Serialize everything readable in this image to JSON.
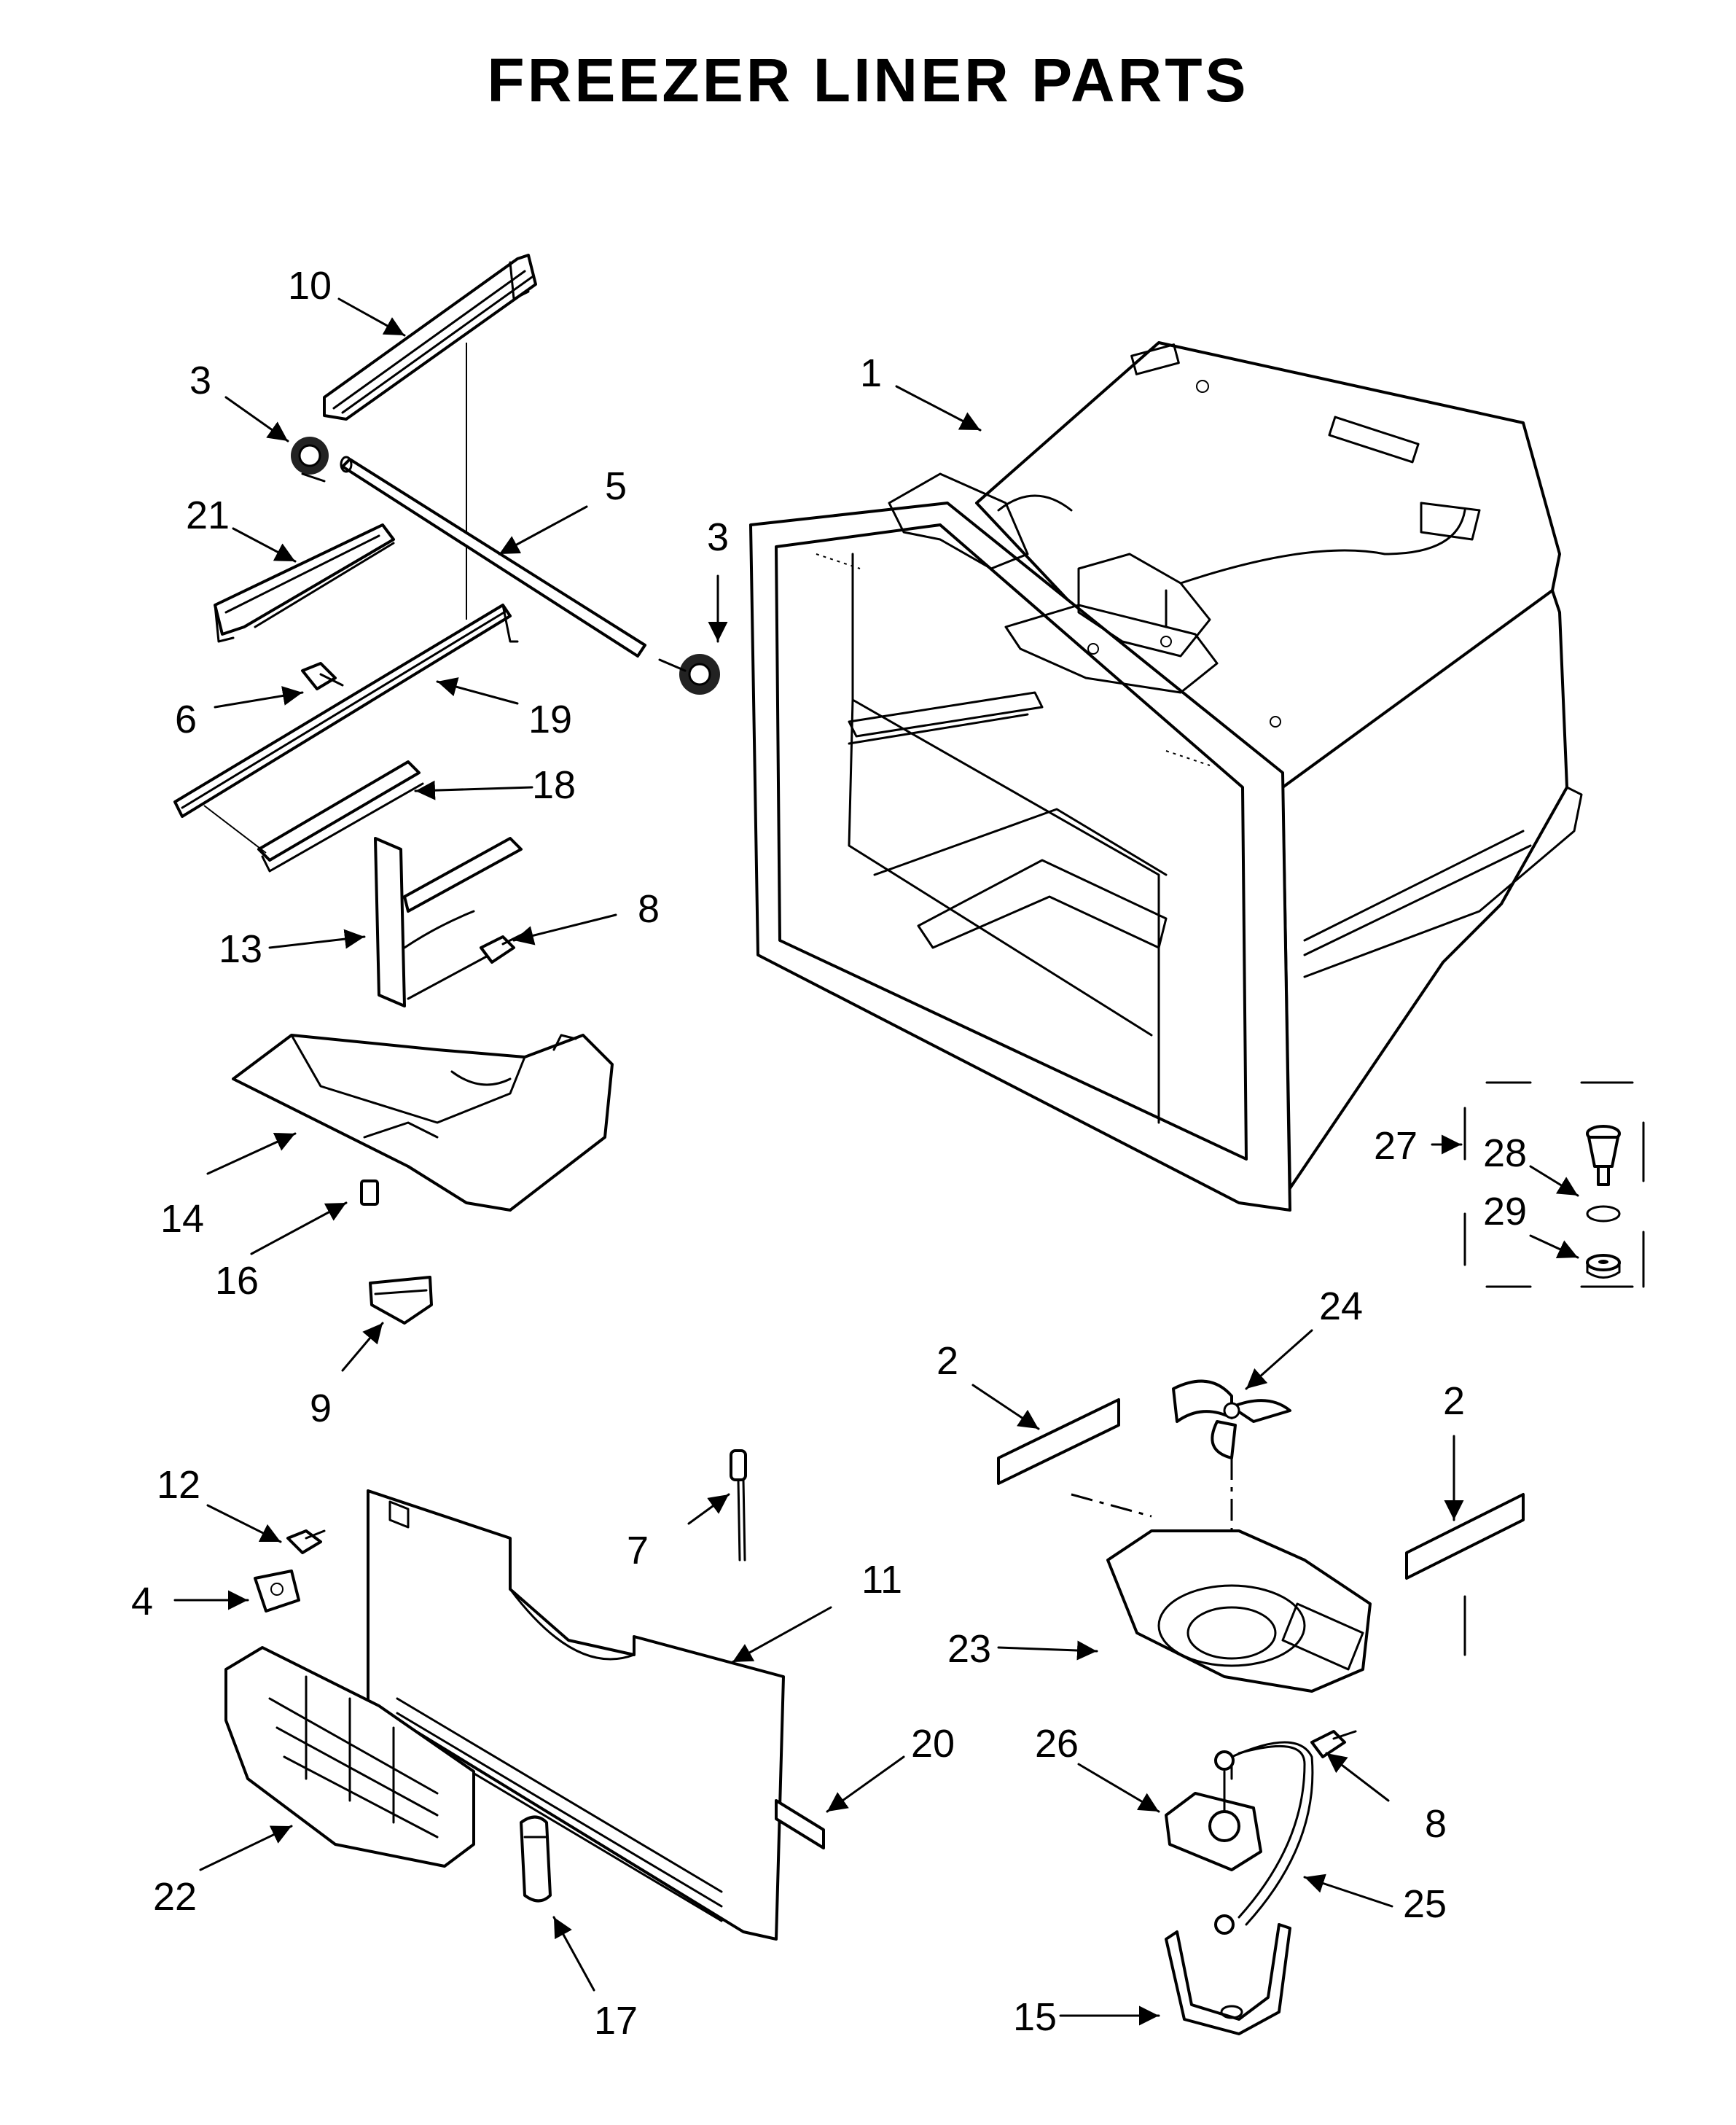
{
  "title": "FREEZER LINER PARTS",
  "callouts": {
    "p1": "1",
    "p2a": "2",
    "p2b": "2",
    "p3a": "3",
    "p3b": "3",
    "p4": "4",
    "p5": "5",
    "p6": "6",
    "p7": "7",
    "p8a": "8",
    "p8b": "8",
    "p9": "9",
    "p10": "10",
    "p11": "11",
    "p12": "12",
    "p13": "13",
    "p14": "14",
    "p15": "15",
    "p16": "16",
    "p17": "17",
    "p18": "18",
    "p19": "19",
    "p20": "20",
    "p21": "21",
    "p22": "22",
    "p23": "23",
    "p24": "24",
    "p25": "25",
    "p26": "26",
    "p27": "27",
    "p28": "28",
    "p29": "29"
  }
}
